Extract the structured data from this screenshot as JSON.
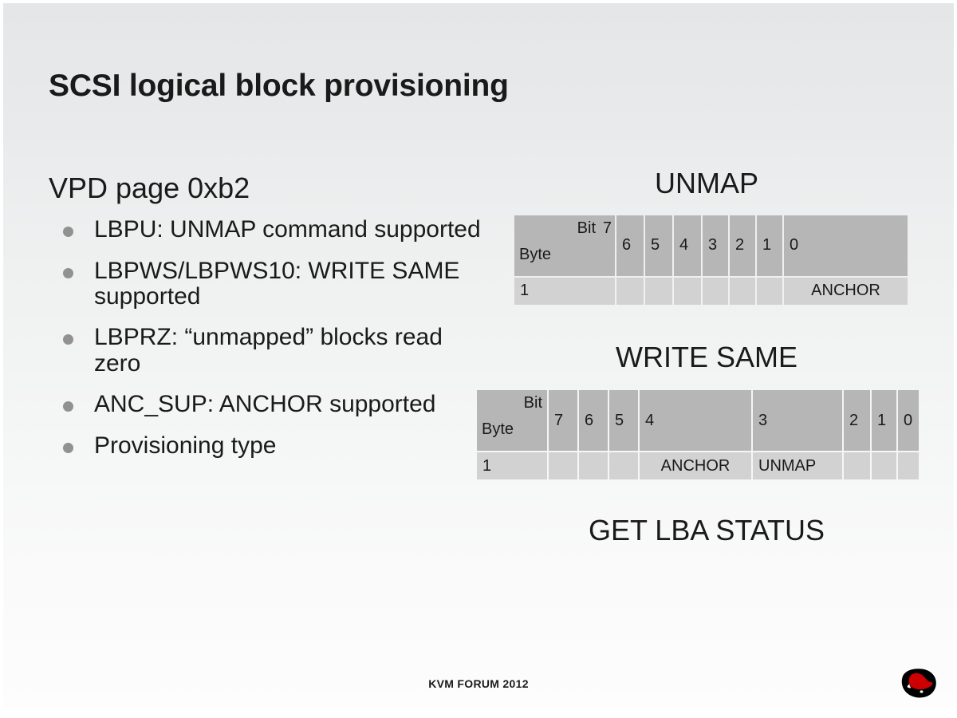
{
  "slide": {
    "title": "SCSI logical block provisioning",
    "footer": "KVM FORUM 2012",
    "logo_name": "red-hat-shadowman-logo",
    "colors": {
      "background_top": "#e4e6e8",
      "background_bottom": "#fdfdfd",
      "text": "#1a1a1a",
      "bullet": "#919191",
      "table_header_bg": "#b6b6b6",
      "table_row_bg": "#d2d2d2",
      "logo_red": "#cc0000",
      "logo_black": "#000000"
    }
  },
  "left": {
    "heading": "VPD page 0xb2",
    "bullets": [
      "LBPU: UNMAP command supported",
      "LBPWS/LBPWS10: WRITE SAME supported",
      "LBPRZ: “unmapped” blocks read zero",
      "ANC_SUP: ANCHOR supported",
      "Provisioning type"
    ]
  },
  "right": {
    "commands": [
      {
        "heading": "UNMAP",
        "table": {
          "corner_bit_label": "Bit",
          "corner_byte_label": "Byte",
          "corner_first_bit": "7",
          "bit_headers": [
            "6",
            "5",
            "4",
            "3",
            "2",
            "1",
            "0"
          ],
          "rows": [
            {
              "byte": "1",
              "cells": [
                "",
                "",
                "",
                "",
                "",
                "",
                "ANCHOR"
              ]
            }
          ]
        }
      },
      {
        "heading": "WRITE SAME",
        "table": {
          "corner_bit_label": "Bit",
          "corner_byte_label": "Byte",
          "bit_headers": [
            "7",
            "6",
            "5",
            "4",
            "3",
            "2",
            "1",
            "0"
          ],
          "rows": [
            {
              "byte": "1",
              "cells": [
                "",
                "",
                "",
                "ANCHOR",
                "UNMAP",
                "",
                "",
                ""
              ]
            }
          ]
        }
      },
      {
        "heading": "GET LBA STATUS",
        "table": null
      }
    ]
  }
}
